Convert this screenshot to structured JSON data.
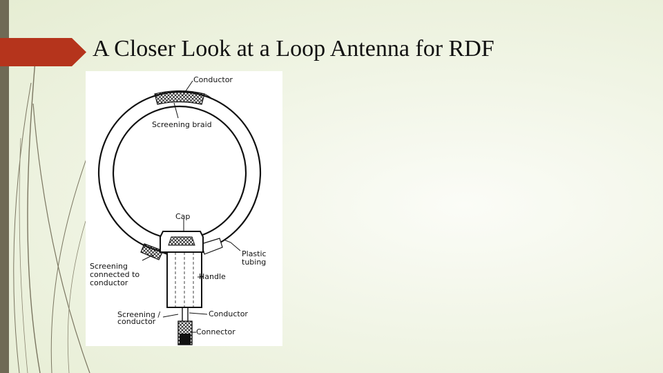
{
  "slide": {
    "title": "A Closer Look at a Loop Antenna for RDF"
  },
  "diagram": {
    "labels": {
      "conductor_top": "Conductor",
      "screening_braid": "Screening braid",
      "cap": "Cap",
      "plastic_1": "Plastic",
      "plastic_2": "tubing",
      "screening_conn_1": "Screening",
      "screening_conn_2": "connected to",
      "screening_conn_3": "conductor",
      "handle": "Handle",
      "screening_cond_1": "Screening /",
      "screening_cond_2": "conductor",
      "conductor_bottom": "Conductor",
      "connector": "Connector"
    }
  },
  "colors": {
    "accent_arrow": "#b5341c",
    "side_bar": "#6f6a55",
    "deco_line": "#6f6a55"
  }
}
